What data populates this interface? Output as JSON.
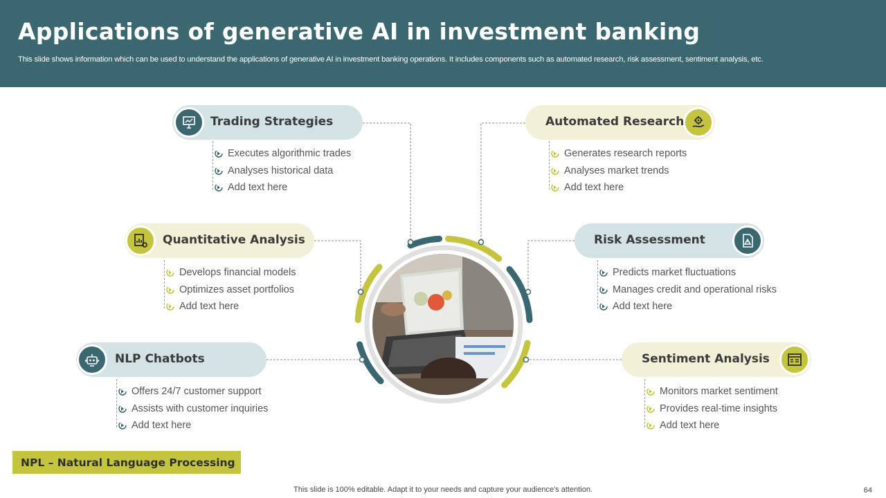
{
  "header": {
    "title": "Applications of generative AI in investment banking",
    "subtitle": "This slide shows information which can be used to understand the applications of generative AI  in investment banking operations. It includes components such as automated research, risk assessment, sentiment analysis, etc."
  },
  "colors": {
    "teal": "#3b6870",
    "olive": "#c4c43e",
    "light_blue": "#d3e2e5",
    "light_yellow": "#f2f0d6"
  },
  "cards": [
    {
      "id": "trading-strategies",
      "title": "Trading Strategies",
      "icon": "monitor-chart-icon",
      "items": [
        "Executes algorithmic trades",
        "Analyses historical data",
        "Add text here"
      ]
    },
    {
      "id": "automated-research",
      "title": "Automated Research",
      "icon": "gear-hand-icon",
      "items": [
        "Generates research reports",
        "Analyses market trends",
        "Add text here"
      ]
    },
    {
      "id": "quantitative-analysis",
      "title": "Quantitative Analysis",
      "icon": "report-gear-icon",
      "items": [
        "Develops financial models",
        "Optimizes asset portfolios",
        "Add text here"
      ]
    },
    {
      "id": "risk-assessment",
      "title": "Risk Assessment",
      "icon": "document-warning-icon",
      "items": [
        "Predicts market fluctuations",
        "Manages credit and operational risks",
        "Add text here"
      ]
    },
    {
      "id": "nlp-chatbots",
      "title": "NLP Chatbots",
      "icon": "robot-icon",
      "items": [
        "Offers 24/7 customer support",
        "Assists with customer inquiries",
        "Add text here"
      ]
    },
    {
      "id": "sentiment-analysis",
      "title": "Sentiment Analysis",
      "icon": "dashboard-icon",
      "items": [
        "Monitors market sentiment",
        "Provides real-time insights",
        "Add text here"
      ]
    }
  ],
  "note": "NPL – Natural Language Processing",
  "footer": "This slide is 100% editable. Adapt it to your needs and capture your audience's attention.",
  "page_number": "64"
}
